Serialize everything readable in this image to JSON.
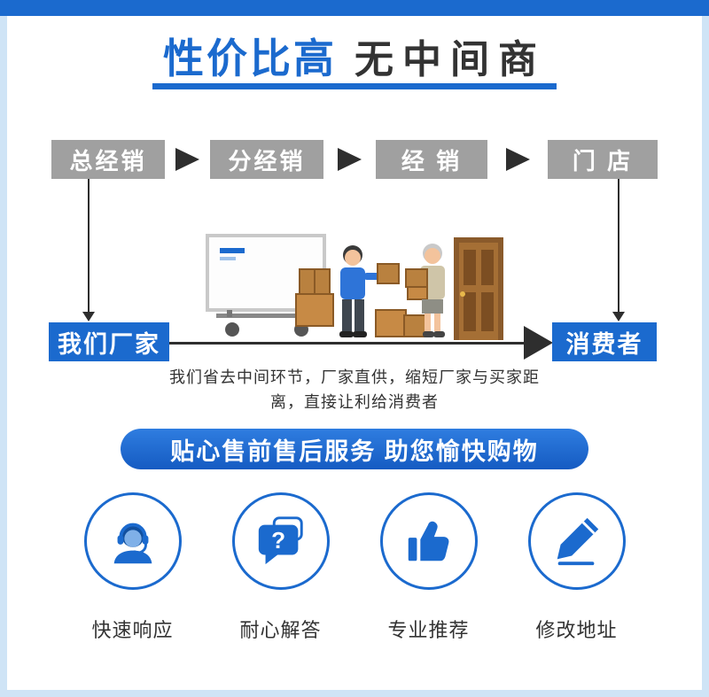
{
  "colors": {
    "accent": "#1b6ace",
    "accent_dark": "#12509e",
    "gray_node": "#a0a0a0",
    "arrow_dark": "#2e2e2e",
    "text_dark": "#333333",
    "page_edge": "#cfe4f6"
  },
  "header": {
    "highlight": "性价比高",
    "rest": "无中间商"
  },
  "flow": {
    "nodes": [
      "总经销",
      "分经销",
      "经 销",
      "门 店"
    ],
    "factory_label": "我们厂家",
    "consumer_label": "消费者",
    "caption_line1": "我们省去中间环节，厂家直供，缩短厂家与买家距",
    "caption_line2": "离，直接让利给消费者"
  },
  "illustration": {
    "name": "factory-direct-delivery-scene"
  },
  "services": {
    "banner": "贴心售前售后服务 助您愉快购物",
    "items": [
      {
        "label": "快速响应",
        "icon": "customer-service-headset-icon"
      },
      {
        "label": "耐心解答",
        "icon": "question-speech-bubble-icon"
      },
      {
        "label": "专业推荐",
        "icon": "thumbs-up-icon"
      },
      {
        "label": "修改地址",
        "icon": "edit-pencil-icon"
      }
    ]
  }
}
